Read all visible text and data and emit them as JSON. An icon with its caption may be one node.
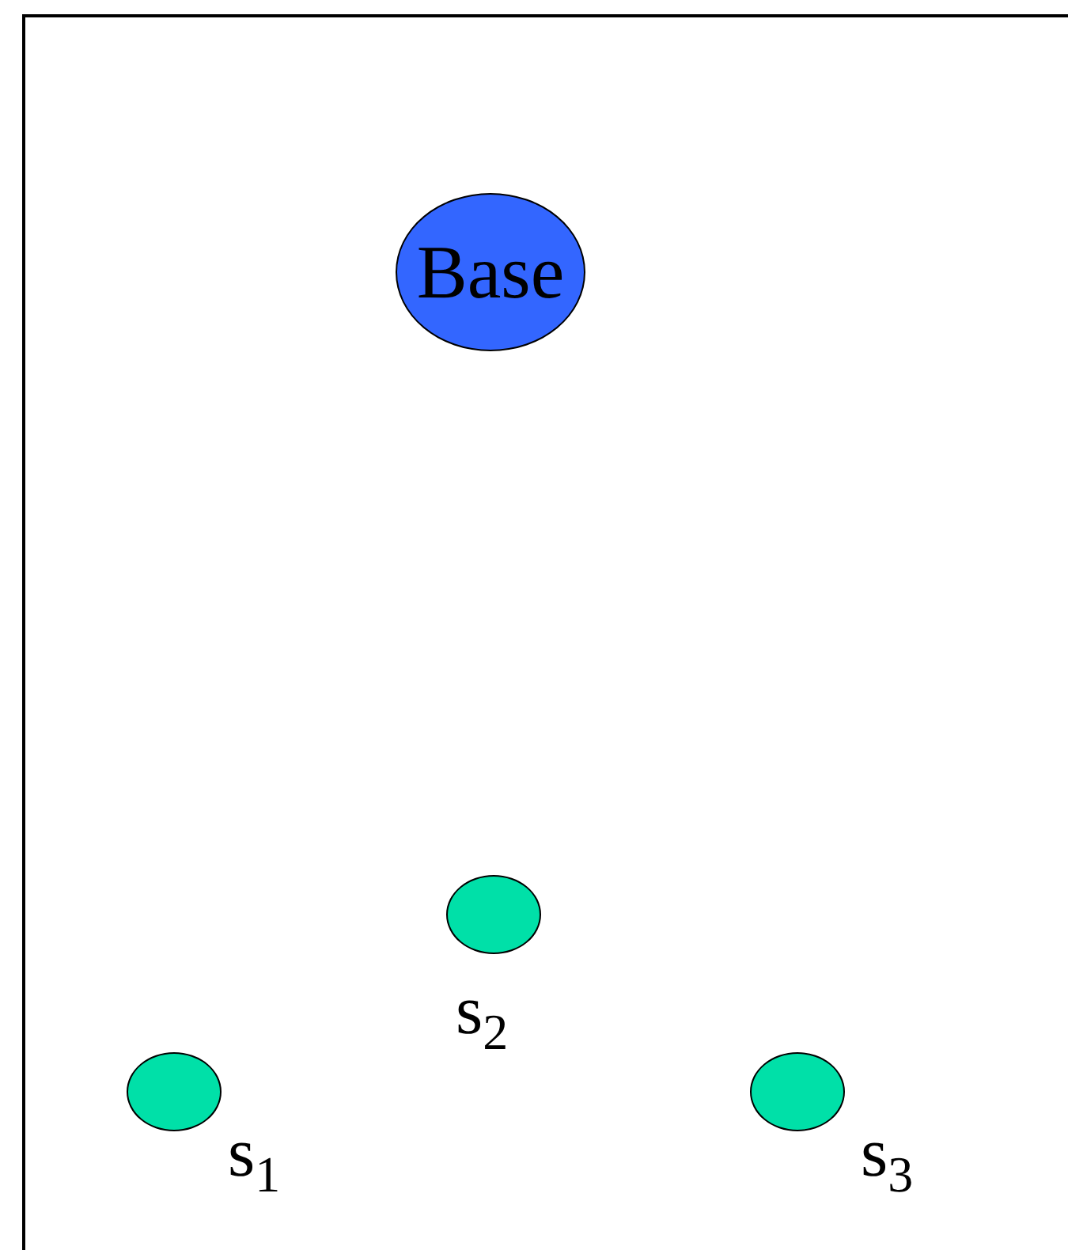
{
  "diagram": {
    "nodes": [
      {
        "text": [
          "Base"
        ]
      },
      {
        "text": [],
        "shape": "circle",
        "beside": [
          "s$_{1}$"
        ]
      },
      {
        "text": [],
        "shape": "circle",
        "beside": [
          "s$_{2}$"
        ]
      },
      {
        "text": [],
        "shape": "circle",
        "beside": [
          "s$_{3}$"
        ]
      }
    ],
    "edges": []
  }
}
